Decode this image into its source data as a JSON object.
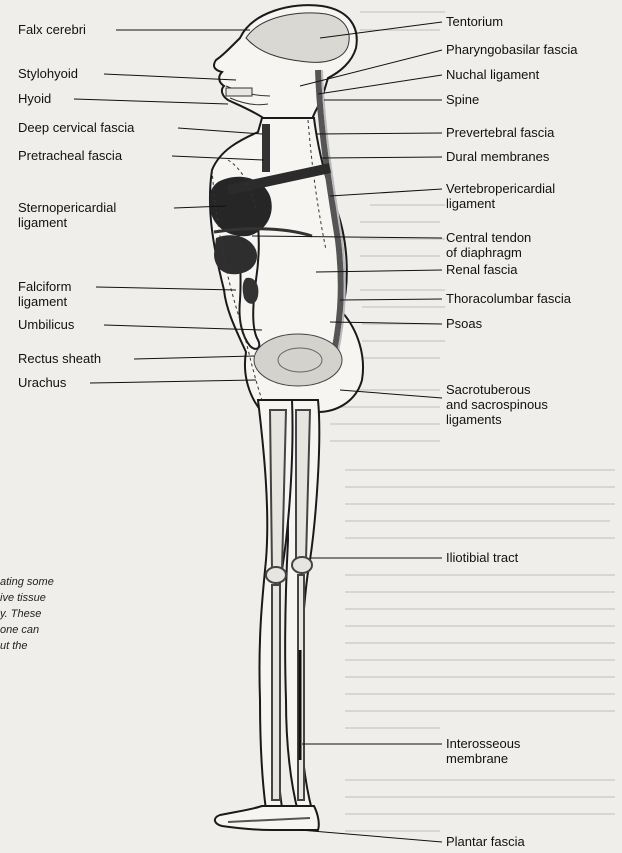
{
  "colors": {
    "background": "#efeeea",
    "ink": "#111111",
    "figure_fill": "#f6f5f1",
    "organ_dark": "#2b2b2b",
    "shading": "#bdbcb6"
  },
  "labels_left": {
    "falx_cerebri": "Falx cerebri",
    "stylohyoid": "Stylohyoid",
    "hyoid": "Hyoid",
    "deep_cervical_fascia": "Deep cervical fascia",
    "pretracheal_fascia": "Pretracheal fascia",
    "sternopericardial_ligament": "Sternopericardial\nligament",
    "falciform_ligament": "Falciform\nligament",
    "umbilicus": "Umbilicus",
    "rectus_sheath": "Rectus sheath",
    "urachus": "Urachus"
  },
  "labels_right": {
    "tentorium": "Tentorium",
    "pharyngobasilar_fascia": "Pharyngobasilar fascia",
    "nuchal_ligament": "Nuchal ligament",
    "spine": "Spine",
    "prevertebral_fascia": "Prevertebral fascia",
    "dural_membranes": "Dural membranes",
    "vertebropericardial_ligament": "Vertebropericardial\nligament",
    "central_tendon_of_diaphragm": "Central tendon\nof diaphragm",
    "renal_fascia": "Renal fascia",
    "thoracolumbar_fascia": "Thoracolumbar fascia",
    "psoas": "Psoas",
    "sacrotuberous_and_sacrospinous_ligaments": "Sacrotuberous\nand sacrospinous\nligaments",
    "iliotibial_tract": "Iliotibial tract",
    "interosseous_membrane": "Interosseous\nmembrane",
    "plantar_fascia": "Plantar fascia"
  },
  "caption_fragments": [
    "ating some",
    "ive tissue",
    "y. These",
    "one can",
    "ut the"
  ]
}
